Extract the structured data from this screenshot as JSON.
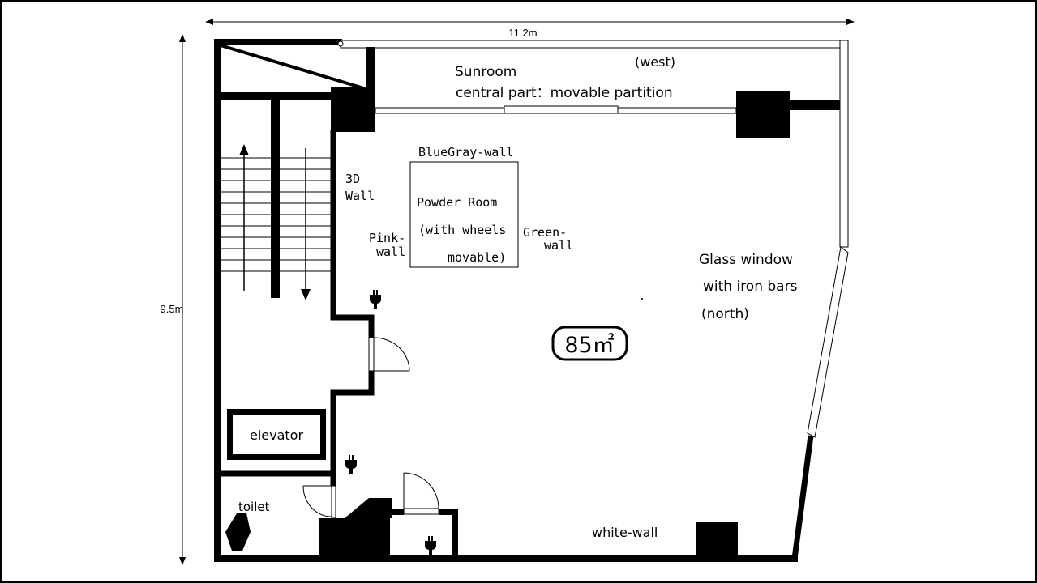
{
  "dimensions": {
    "width": "11.2m",
    "height": "9.5m"
  },
  "labels": {
    "sunroom": "Sunroom",
    "west": "(west)",
    "partition": "central part：movable partition",
    "bluegray": "BlueGray-wall",
    "wall3d_line1": "3D",
    "wall3d_line2": "Wall",
    "powder_line1": "Powder Room",
    "powder_line2": "(with wheels",
    "powder_line3": "movable)",
    "pink_line1": "Pink-",
    "pink_line2": "wall",
    "green_line1": "Green-",
    "green_line2": "wall",
    "glass_line1": "Glass window",
    "glass_line2": "with iron bars",
    "glass_line3": "(north)",
    "area": "85㎡",
    "elevator": "elevator",
    "toilet": "toilet",
    "white_wall": "white-wall"
  },
  "icons": [
    "power-outlet-icon",
    "toilet-icon",
    "up-arrow-icon",
    "down-arrow-icon"
  ],
  "colors": {
    "wall": "#000000",
    "background": "#ffffff"
  }
}
